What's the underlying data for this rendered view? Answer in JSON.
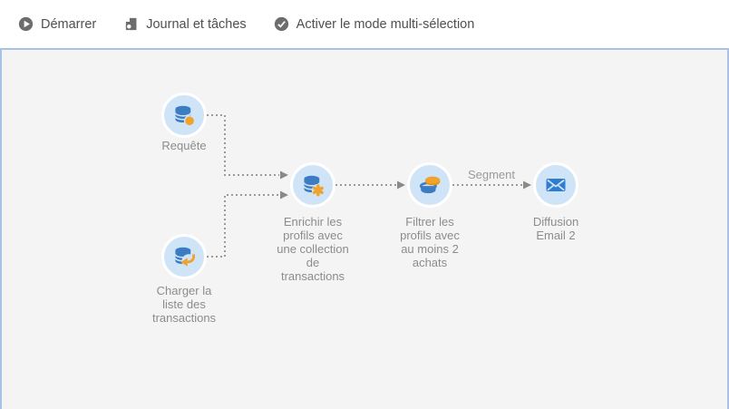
{
  "toolbar": {
    "items": [
      {
        "label": "Démarrer",
        "icon": "play-icon"
      },
      {
        "label": "Journal et tâches",
        "icon": "journal-search-icon"
      },
      {
        "label": "Activer le mode multi-sélection",
        "icon": "check-circle-icon"
      }
    ]
  },
  "workflow": {
    "nodes": [
      {
        "id": "query",
        "label": "Requête",
        "icon": "database-query-icon"
      },
      {
        "id": "load-list",
        "label": "Charger la\nliste des\ntransactions",
        "icon": "database-load-icon"
      },
      {
        "id": "enrich",
        "label": "Enrichir les\nprofils avec\nune collection\nde\ntransactions",
        "icon": "database-enrich-icon"
      },
      {
        "id": "filter",
        "label": "Filtrer les\nprofils avec\nau moins 2\nachats",
        "icon": "filter-split-icon"
      },
      {
        "id": "delivery",
        "label": "Diffusion\nEmail 2",
        "icon": "email-icon"
      }
    ],
    "edges": [
      {
        "from": "query",
        "to": "enrich",
        "label": ""
      },
      {
        "from": "load-list",
        "to": "enrich",
        "label": ""
      },
      {
        "from": "enrich",
        "to": "filter",
        "label": ""
      },
      {
        "from": "filter",
        "to": "delivery",
        "label": "Segment"
      }
    ]
  },
  "colors": {
    "canvas_bg": "#f4f4f4",
    "canvas_border": "#a9c2e9",
    "node_circle_bg": "#cfe4f6",
    "icon_blue": "#3b7cc4",
    "icon_orange": "#f0a32a",
    "connector_gray": "#9a9a9a",
    "toolbar_icon_gray": "#6d6d6d",
    "toolbar_text": "#4f4f4f",
    "node_label_text": "#8c8c8c"
  }
}
